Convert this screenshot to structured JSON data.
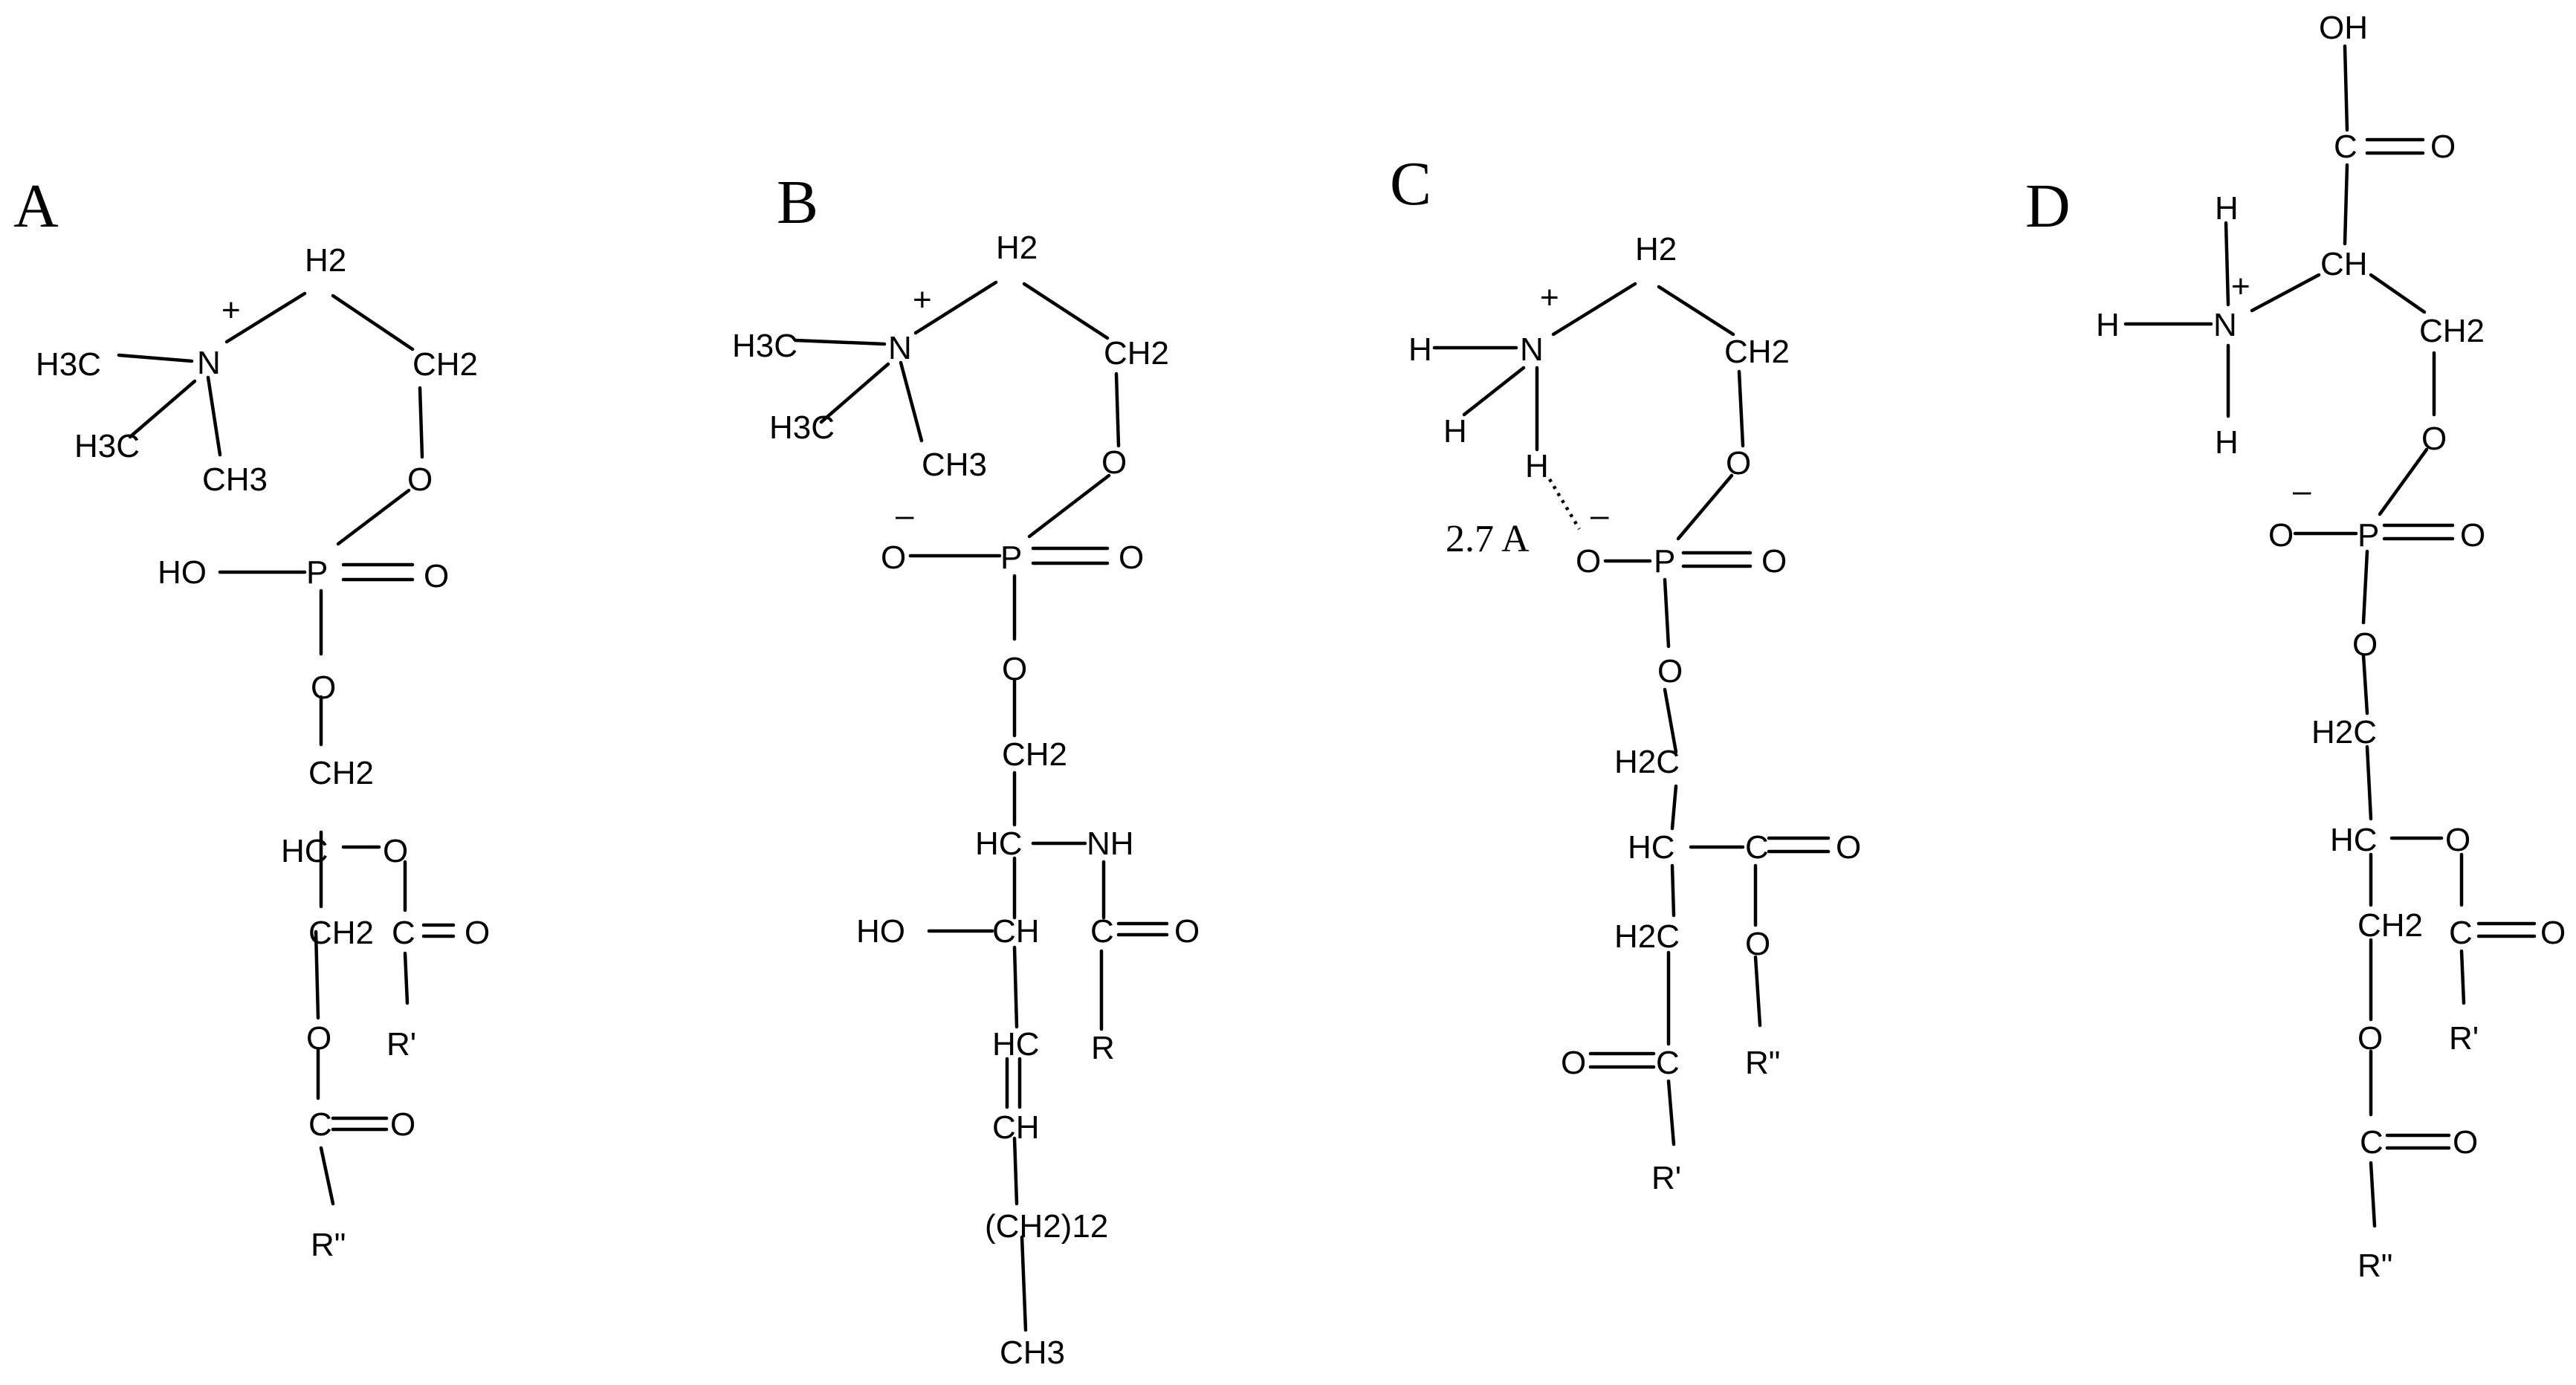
{
  "panels": {
    "A": {
      "label": "A",
      "N": "N",
      "plus": "+",
      "ch3_a": "H3C",
      "ch3_b": "H3C",
      "ch3_c": "CH3",
      "h2": "H2",
      "ch2_top": "CH2",
      "o1": "O",
      "ho": "HO",
      "p": "P",
      "o_dbl": "O",
      "o2": "O",
      "ch2_mid": "CH2",
      "hc": "HC",
      "o3": "O",
      "ch2_low": "CH2",
      "c1": "C",
      "o_c1": "O",
      "r1": "R'",
      "o4": "O",
      "c2": "C",
      "o_c2": "O",
      "r2": "R\""
    },
    "B": {
      "label": "B",
      "N": "N",
      "plus": "+",
      "ch3_a": "H3C",
      "ch3_b": "H3C",
      "ch3_c": "CH3",
      "h2": "H2",
      "ch2_top": "CH2",
      "o1": "O",
      "minus": "–",
      "o_neg": "O",
      "p": "P",
      "o_dbl": "O",
      "o2": "O",
      "ch2_mid": "CH2",
      "hc": "HC",
      "nh": "NH",
      "ho": "HO",
      "ch": "CH",
      "c1": "C",
      "o_c1": "O",
      "r": "R",
      "hc2": "HC",
      "ch2": "CH",
      "ch2_12": "(CH2)12",
      "ch3_end": "CH3"
    },
    "C": {
      "label": "C",
      "N": "N",
      "plus": "+",
      "h_left": "H",
      "h_low": "H",
      "h_bond": "H",
      "h2": "H2",
      "ch2_top": "CH2",
      "o1": "O",
      "minus": "–",
      "dist": "2.7 A",
      "o_neg": "O",
      "p": "P",
      "o_dbl": "O",
      "o2": "O",
      "h2c_a": "H2C",
      "hc": "HC",
      "c1": "C",
      "o_c1": "O",
      "h2c_b": "H2C",
      "o_est": "O",
      "o_c2": "O",
      "c2": "C",
      "r2": "R\"",
      "r1": "R'"
    },
    "D": {
      "label": "D",
      "oh": "OH",
      "c_top": "C",
      "o_top": "O",
      "h_top": "H",
      "h_left": "H",
      "h_low": "H",
      "N": "N",
      "plus": "+",
      "ch": "CH",
      "ch2_top": "CH2",
      "o1": "O",
      "minus": "–",
      "o_neg": "O",
      "p": "P",
      "o_dbl": "O",
      "o2": "O",
      "h2c": "H2C",
      "hc": "HC",
      "o3": "O",
      "ch2_low": "CH2",
      "c1": "C",
      "o_c1": "O",
      "r1": "R'",
      "o4": "O",
      "c2": "C",
      "o_c2": "O",
      "r2": "R\""
    }
  }
}
